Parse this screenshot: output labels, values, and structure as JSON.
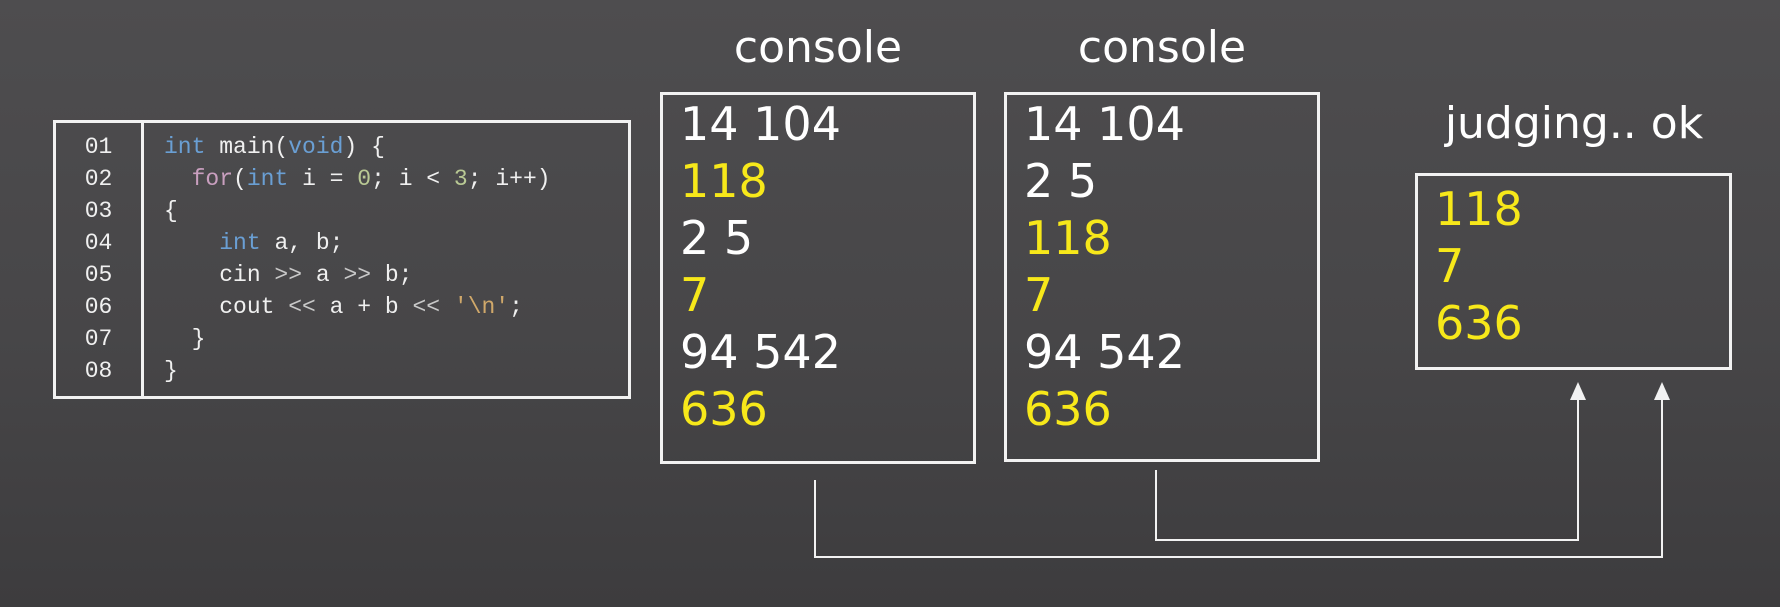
{
  "code": {
    "line_numbers": [
      "01",
      "02",
      "03",
      "04",
      "05",
      "06",
      "07",
      "08"
    ],
    "lines": [
      [
        {
          "t": "int",
          "c": "kw"
        },
        {
          "t": " main(",
          "c": ""
        },
        {
          "t": "void",
          "c": "kw"
        },
        {
          "t": ") {",
          "c": ""
        }
      ],
      [
        {
          "t": "  ",
          "c": ""
        },
        {
          "t": "for",
          "c": "kw2"
        },
        {
          "t": "(",
          "c": ""
        },
        {
          "t": "int",
          "c": "kw"
        },
        {
          "t": " i = ",
          "c": ""
        },
        {
          "t": "0",
          "c": "num"
        },
        {
          "t": "; i < ",
          "c": ""
        },
        {
          "t": "3",
          "c": "num"
        },
        {
          "t": "; i++)",
          "c": ""
        }
      ],
      [
        {
          "t": "{",
          "c": ""
        }
      ],
      [
        {
          "t": "    ",
          "c": ""
        },
        {
          "t": "int",
          "c": "kw"
        },
        {
          "t": " a, b;",
          "c": ""
        }
      ],
      [
        {
          "t": "    cin ",
          "c": ""
        },
        {
          "t": ">>",
          "c": "op"
        },
        {
          "t": " a ",
          "c": ""
        },
        {
          "t": ">>",
          "c": "op"
        },
        {
          "t": " b;",
          "c": ""
        }
      ],
      [
        {
          "t": "    cout ",
          "c": ""
        },
        {
          "t": "<<",
          "c": "op"
        },
        {
          "t": " a + b ",
          "c": ""
        },
        {
          "t": "<<",
          "c": "op"
        },
        {
          "t": " ",
          "c": ""
        },
        {
          "t": "'\\n'",
          "c": "str"
        },
        {
          "t": ";",
          "c": ""
        }
      ],
      [
        {
          "t": "  }",
          "c": ""
        }
      ],
      [
        {
          "t": "}",
          "c": ""
        }
      ]
    ]
  },
  "console1": {
    "title": "console",
    "lines": [
      {
        "text": "14 104",
        "color": "#ffffff"
      },
      {
        "text": "118",
        "color": "#f7e81a"
      },
      {
        "text": "2 5",
        "color": "#ffffff"
      },
      {
        "text": "7",
        "color": "#f7e81a"
      },
      {
        "text": "94 542",
        "color": "#ffffff"
      },
      {
        "text": "636",
        "color": "#f7e81a"
      }
    ]
  },
  "console2": {
    "title": "console",
    "lines": [
      {
        "text": "14 104",
        "color": "#ffffff"
      },
      {
        "text": "2 5",
        "color": "#ffffff"
      },
      {
        "text": "118",
        "color": "#f7e81a"
      },
      {
        "text": "7",
        "color": "#f7e81a"
      },
      {
        "text": "94 542",
        "color": "#ffffff"
      },
      {
        "text": "636",
        "color": "#f7e81a"
      }
    ]
  },
  "judge": {
    "title": "judging.. ok",
    "lines": [
      {
        "text": "118",
        "color": "#f7e81a"
      },
      {
        "text": "7",
        "color": "#f7e81a"
      },
      {
        "text": "636",
        "color": "#f7e81a"
      }
    ]
  },
  "colors": {
    "white": "#ffffff",
    "yellow": "#f7e81a",
    "keyword": "#6a9fd4",
    "control_keyword": "#c99fbf",
    "number": "#b9c994",
    "string": "#d0a86a",
    "background": "#4a494b"
  }
}
